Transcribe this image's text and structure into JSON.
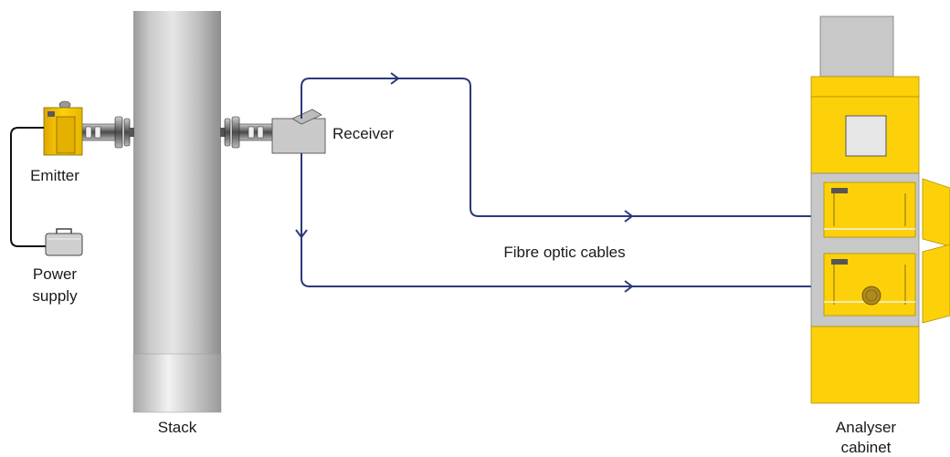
{
  "labels": {
    "emitter": "Emitter",
    "power_supply_line1": "Power",
    "power_supply_line2": "supply",
    "receiver": "Receiver",
    "stack": "Stack",
    "fibre_optic_cables": "Fibre optic cables",
    "analyser_line1": "Analyser",
    "analyser_line2": "cabinet"
  },
  "colors": {
    "cable": "#2b3a7a",
    "cabinet_yellow": "#fdd10a",
    "cabinet_grey": "#c8c8c8",
    "stack_grey": "#b9b9b9"
  }
}
